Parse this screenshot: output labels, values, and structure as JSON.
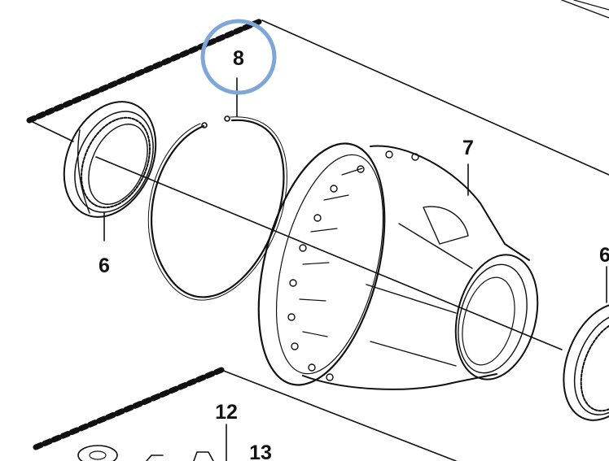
{
  "callouts": {
    "ring": "8",
    "bearing_left": "6",
    "housing": "7",
    "bearing_right": "6",
    "part_12": "12",
    "part_13": "13"
  },
  "highlight": {
    "target_callout": "8",
    "color": "#7ea7d8"
  },
  "colors": {
    "line": "#111111",
    "background": "#ffffff"
  }
}
